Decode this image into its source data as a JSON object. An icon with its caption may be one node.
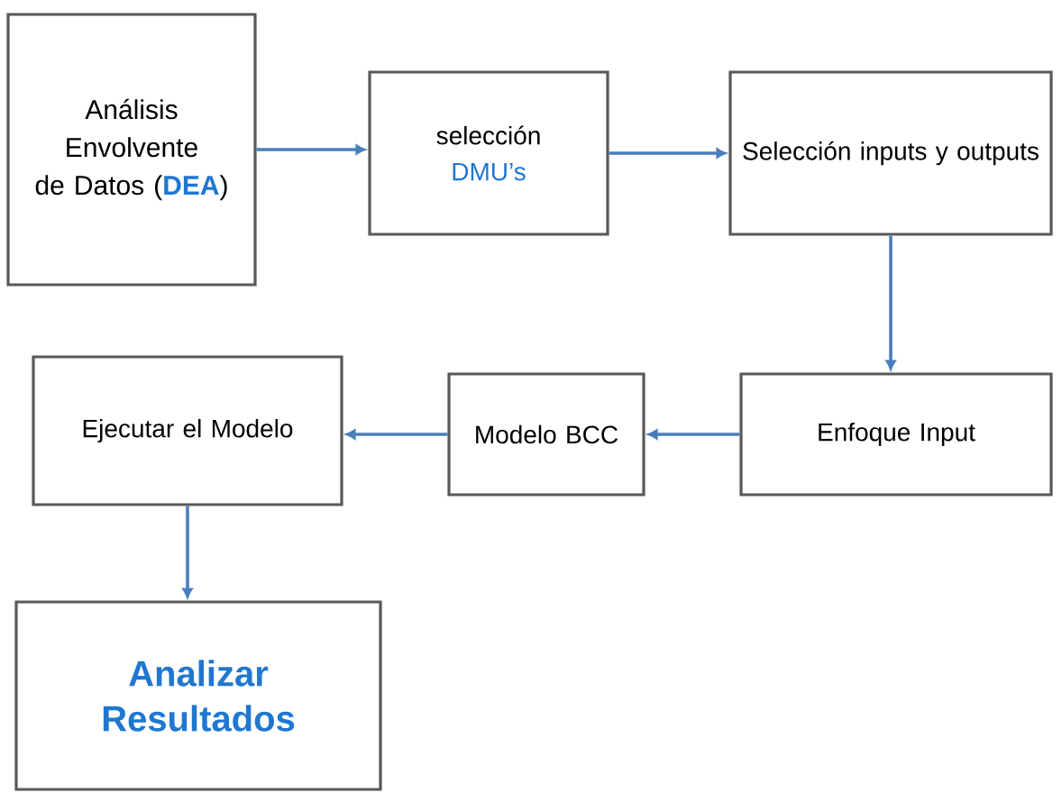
{
  "diagram": {
    "nodes": [
      {
        "text": [
          "Análisis Envolvente de Datos (**DEA**)"
        ]
      },
      {
        "text": [
          "selección",
          "DMU’s"
        ]
      },
      {
        "text": [
          "Selección inputs y outputs"
        ]
      },
      {
        "text": [
          "Enfoque Input"
        ]
      },
      {
        "text": [
          "Modelo BCC"
        ]
      },
      {
        "text": [
          "Ejecutar el Modelo"
        ]
      },
      {
        "text": [
          "Analizar Resultados"
        ]
      }
    ],
    "edges": [
      {
        "from": 0,
        "to": 1,
        "arrow": "to"
      },
      {
        "from": 1,
        "to": 2,
        "arrow": "to"
      },
      {
        "from": 2,
        "to": 3,
        "arrow": "to"
      },
      {
        "from": 3,
        "to": 4,
        "arrow": "to"
      },
      {
        "from": 4,
        "to": 5,
        "arrow": "to"
      },
      {
        "from": 5,
        "to": 6,
        "arrow": "to"
      }
    ]
  }
}
